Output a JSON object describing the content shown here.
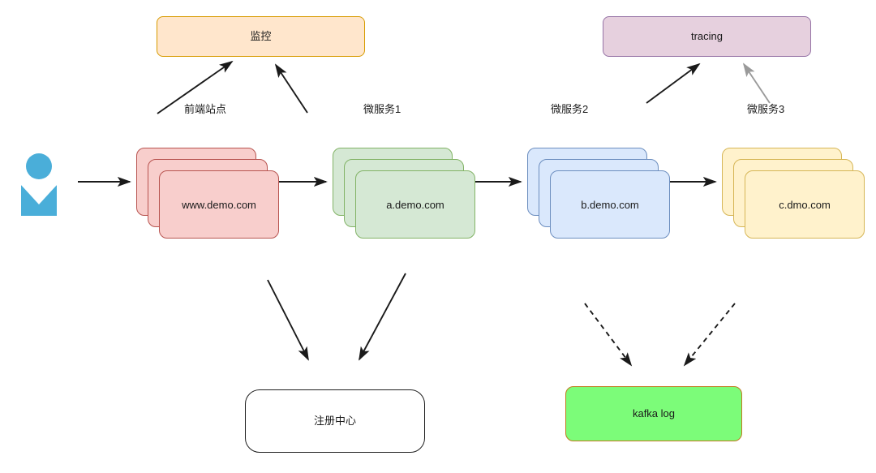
{
  "diagram": {
    "title": "microservice-architecture",
    "background": "#ffffff",
    "colors": {
      "monitor_fill": "#ffe6cc",
      "monitor_stroke": "#d79b00",
      "tracing_fill": "#e6d0de",
      "tracing_stroke": "#9673a6",
      "registry_fill": "#ffffff",
      "registry_stroke": "#1f1f1f",
      "kafka_fill": "#7cfc79",
      "kafka_stroke": "#c07a1f",
      "service_pink_fill": "#f8cecc",
      "service_pink_stroke": "#b85450",
      "service_green_fill": "#d5e8d4",
      "service_green_stroke": "#82b366",
      "service_blue_fill": "#dae8fc",
      "service_blue_stroke": "#6c8ebf",
      "service_yellow_fill": "#fff2cc",
      "service_yellow_stroke": "#d6b656",
      "actor_fill": "#4aaed9",
      "edge_black": "#1a1a1a",
      "edge_gray": "#9a9a9a"
    },
    "top_nodes": [
      {
        "id": "monitor",
        "label": "监控"
      },
      {
        "id": "tracing",
        "label": "tracing"
      }
    ],
    "captions": [
      {
        "id": "frontend-site",
        "label": "前端站点"
      },
      {
        "id": "microservice-1",
        "label": "微服务1"
      },
      {
        "id": "microservice-2",
        "label": "微服务2"
      },
      {
        "id": "microservice-3",
        "label": "微服务3"
      }
    ],
    "services": [
      {
        "id": "www",
        "label": "www.demo.com",
        "color": "pink",
        "instances": 3
      },
      {
        "id": "a",
        "label": "a.demo.com",
        "color": "green",
        "instances": 3
      },
      {
        "id": "b",
        "label": "b.demo.com",
        "color": "blue",
        "instances": 3
      },
      {
        "id": "c",
        "label": "c.dmo.com",
        "color": "yellow",
        "instances": 3
      }
    ],
    "bottom_nodes": [
      {
        "id": "registry",
        "label": "注册中心"
      },
      {
        "id": "kafka",
        "label": "kafka log"
      }
    ],
    "actor": {
      "id": "user-actor",
      "label": ""
    },
    "edges": [
      {
        "from": "user",
        "to": "www",
        "style": "solid",
        "color": "#1a1a1a"
      },
      {
        "from": "www",
        "to": "a",
        "style": "solid",
        "color": "#1a1a1a"
      },
      {
        "from": "a",
        "to": "b",
        "style": "solid",
        "color": "#1a1a1a"
      },
      {
        "from": "b",
        "to": "c",
        "style": "solid",
        "color": "#1a1a1a"
      },
      {
        "from": "www",
        "to": "monitor",
        "style": "solid",
        "color": "#1a1a1a"
      },
      {
        "from": "a",
        "to": "monitor",
        "style": "solid",
        "color": "#1a1a1a"
      },
      {
        "from": "b",
        "to": "tracing",
        "style": "solid",
        "color": "#1a1a1a"
      },
      {
        "from": "c",
        "to": "tracing",
        "style": "solid",
        "color": "#9a9a9a"
      },
      {
        "from": "www",
        "to": "registry",
        "style": "solid",
        "color": "#1a1a1a"
      },
      {
        "from": "a",
        "to": "registry",
        "style": "solid",
        "color": "#1a1a1a"
      },
      {
        "from": "b",
        "to": "kafka",
        "style": "dashed",
        "color": "#1a1a1a"
      },
      {
        "from": "c",
        "to": "kafka",
        "style": "dashed",
        "color": "#1a1a1a"
      }
    ]
  }
}
